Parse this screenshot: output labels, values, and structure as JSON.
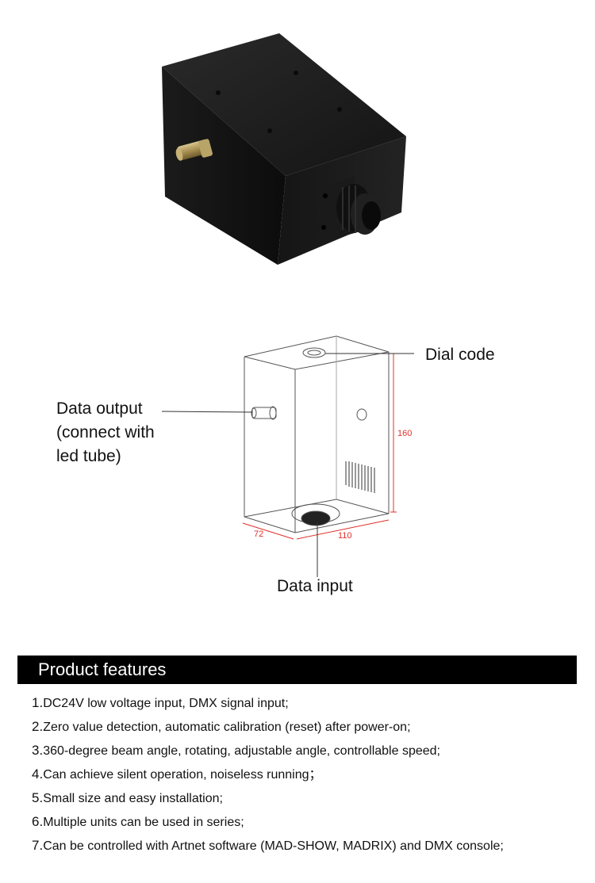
{
  "diagram": {
    "labels": {
      "dial_code": "Dial code",
      "data_output_line1": "Data output",
      "data_output_line2": "(connect with",
      "data_output_line3": "led tube)",
      "data_input": "Data input"
    },
    "dimensions": {
      "height": "160",
      "depth": "72",
      "width": "110"
    },
    "dimension_color": "#e0302a"
  },
  "features": {
    "title": "Product features",
    "items": [
      {
        "num": "1.",
        "text": "DC24V low voltage input, DMX signal input;"
      },
      {
        "num": "2.",
        "text": "Zero value detection, automatic calibration (reset) after power-on;"
      },
      {
        "num": "3.",
        "text": "360-degree beam angle, rotating, adjustable angle, controllable speed;"
      },
      {
        "num": "4.",
        "text": "Can achieve silent operation, noiseless running；"
      },
      {
        "num": "5.",
        "text": "Small size and easy installation;"
      },
      {
        "num": "6.",
        "text": "Multiple units can be used in series;"
      },
      {
        "num": "7.",
        "text": "Can be controlled with Artnet software (MAD-SHOW, MADRIX) and DMX console;"
      }
    ]
  }
}
